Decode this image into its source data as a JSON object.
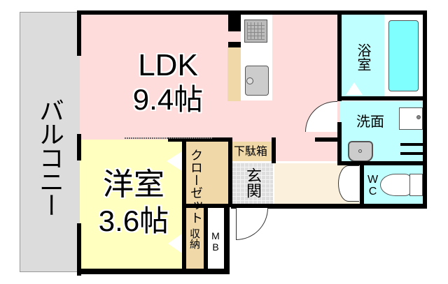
{
  "floorplan": {
    "colors": {
      "balcony": "#dcdcdc",
      "ldk": "#ffdcdc",
      "western_room": "#ffffc0",
      "closet": "#f0d8a8",
      "entrance": "#dedede",
      "hallway": "#faf0dc",
      "bath": "#c0ffff",
      "bathtub": "#80ffff",
      "wall": "#000000"
    },
    "rooms": {
      "balcony": {
        "label": "バルコニー"
      },
      "ldk": {
        "label": "LDK",
        "size": "9.4帖"
      },
      "western_room": {
        "label": "洋室",
        "size": "3.6帖"
      },
      "closet": {
        "label": "クローゼット"
      },
      "storage": {
        "label": "収納"
      },
      "meter_box": {
        "label": "MB"
      },
      "shoe_box": {
        "label": "下駄箱"
      },
      "entrance": {
        "label": "玄関"
      },
      "bathroom": {
        "label": "浴室"
      },
      "washroom": {
        "label": "洗面"
      },
      "toilet": {
        "label": "WC"
      }
    },
    "fixtures": [
      "stove-icon",
      "kitchen-sink-icon",
      "bathtub-icon",
      "washbasin-icon",
      "washing-machine-pan-icon",
      "toilet-icon"
    ]
  }
}
